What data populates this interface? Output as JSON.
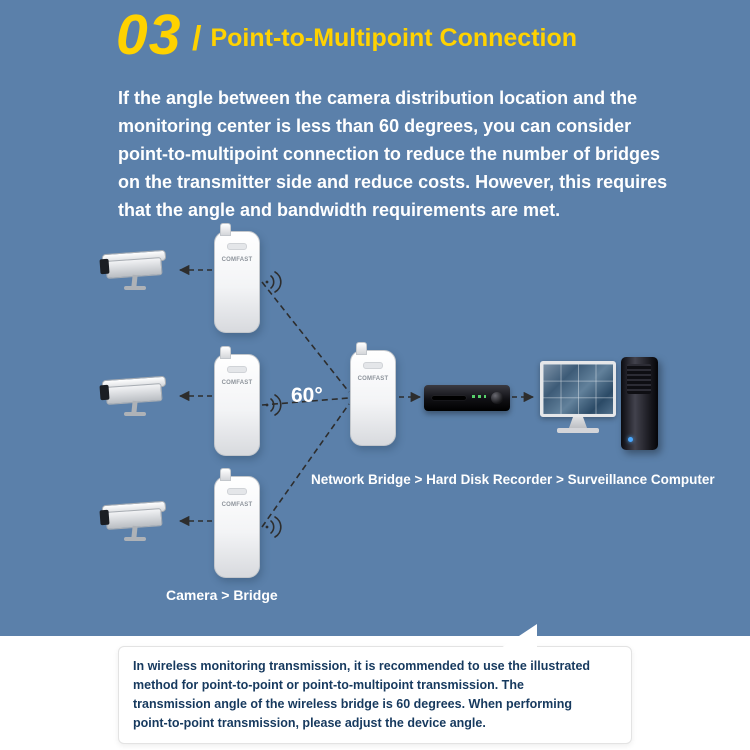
{
  "colors": {
    "background": "#5b80aa",
    "accent_yellow": "#ffd200",
    "text_light": "#ffffff",
    "note_text": "#16395e",
    "line_color": "#2d2d2d"
  },
  "header": {
    "number": "03",
    "separator": "/",
    "title": "Point-to-Multipoint Connection"
  },
  "intro": {
    "lines": [
      "If the angle between the camera distribution location and the",
      "monitoring center is less than 60 degrees, you can consider",
      "point-to-multipoint connection to reduce the number of bridges",
      "on the transmitter side and reduce costs. However, this requires",
      "that the angle and bandwidth requirements are met."
    ]
  },
  "diagram": {
    "brand": "COMFAST",
    "angle_label": "60°",
    "flow_caption": "Network Bridge > Hard Disk Recorder > Surveillance Computer",
    "camera_caption": "Camera > Bridge",
    "icons": {
      "wifi_signal": ")))",
      "arrow": "→"
    }
  },
  "note": {
    "lines": [
      "In wireless monitoring transmission, it is recommended to use the illustrated",
      "method for point-to-point or point-to-multipoint transmission. The",
      "transmission angle of the wireless bridge is 60 degrees. When performing",
      "point-to-point transmission, please adjust the device angle."
    ]
  }
}
